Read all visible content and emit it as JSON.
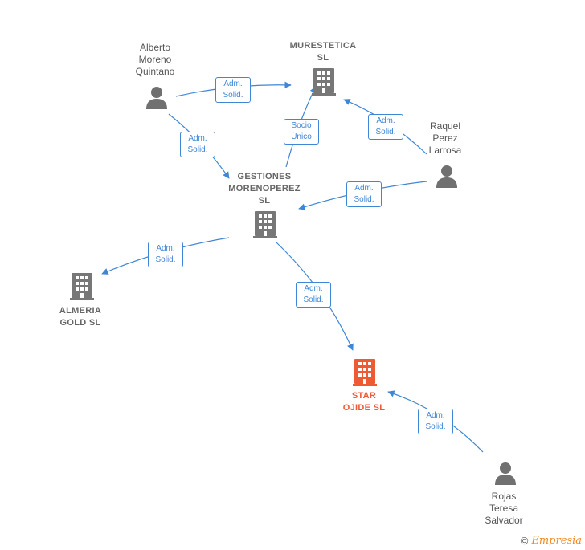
{
  "colors": {
    "edge": "#3f86d6",
    "company": "#777777",
    "focus_company": "#ee5a33",
    "person": "#707070"
  },
  "nodes": {
    "alberto": {
      "label": "Alberto\nMoreno\nQuintano",
      "kind": "person",
      "icon": "person-icon"
    },
    "murestetica": {
      "label": "MURESTETICA\nSL",
      "kind": "company",
      "icon": "building-icon"
    },
    "raquel": {
      "label": "Raquel\nPerez\nLarrosa",
      "kind": "person",
      "icon": "person-icon"
    },
    "gestiones": {
      "label": "GESTIONES\nMORENOPEREZ\nSL",
      "kind": "company",
      "icon": "building-icon"
    },
    "almeria": {
      "label": "ALMERIA\nGOLD  SL",
      "kind": "company",
      "icon": "building-icon"
    },
    "star": {
      "label": "STAR\nOJIDE  SL",
      "kind": "company",
      "focus": true,
      "icon": "building-icon"
    },
    "rojas": {
      "label": "Rojas\nTeresa\nSalvador",
      "kind": "person",
      "icon": "person-icon"
    }
  },
  "edges": [
    {
      "id": "alberto-murestetica",
      "from": "alberto",
      "to": "murestetica",
      "label": "Adm.\nSolid."
    },
    {
      "id": "alberto-gestiones",
      "from": "alberto",
      "to": "gestiones",
      "label": "Adm.\nSolid."
    },
    {
      "id": "gestiones-murestetica",
      "from": "gestiones",
      "to": "murestetica",
      "label": "Socio\nÚnico"
    },
    {
      "id": "raquel-murestetica",
      "from": "raquel",
      "to": "murestetica",
      "label": "Adm.\nSolid."
    },
    {
      "id": "raquel-gestiones",
      "from": "raquel",
      "to": "gestiones",
      "label": "Adm.\nSolid."
    },
    {
      "id": "gestiones-almeria",
      "from": "gestiones",
      "to": "almeria",
      "label": "Adm.\nSolid."
    },
    {
      "id": "gestiones-star",
      "from": "gestiones",
      "to": "star",
      "label": "Adm.\nSolid."
    },
    {
      "id": "rojas-star",
      "from": "rojas",
      "to": "star",
      "label": "Adm.\nSolid."
    }
  ],
  "footer": {
    "copyright": "©",
    "brand": "Empresia"
  }
}
